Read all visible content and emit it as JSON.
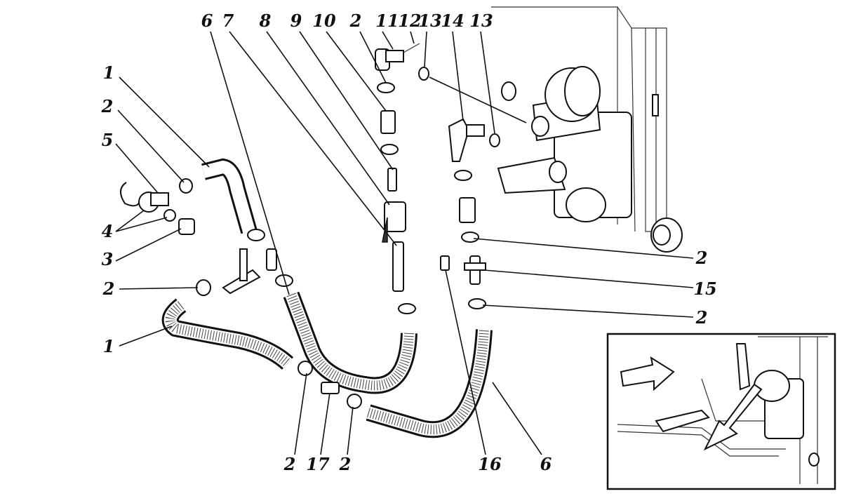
{
  "diagram": {
    "top_labels": [
      "6",
      "7",
      "8",
      "9",
      "10",
      "2",
      "11",
      "12",
      "13",
      "14",
      "13"
    ],
    "left_labels": [
      "1",
      "2",
      "5",
      "4",
      "3",
      "2",
      "1"
    ],
    "right_labels": [
      "2",
      "15",
      "2"
    ],
    "bottom_labels": [
      "2",
      "17",
      "2",
      "16",
      "6"
    ]
  }
}
